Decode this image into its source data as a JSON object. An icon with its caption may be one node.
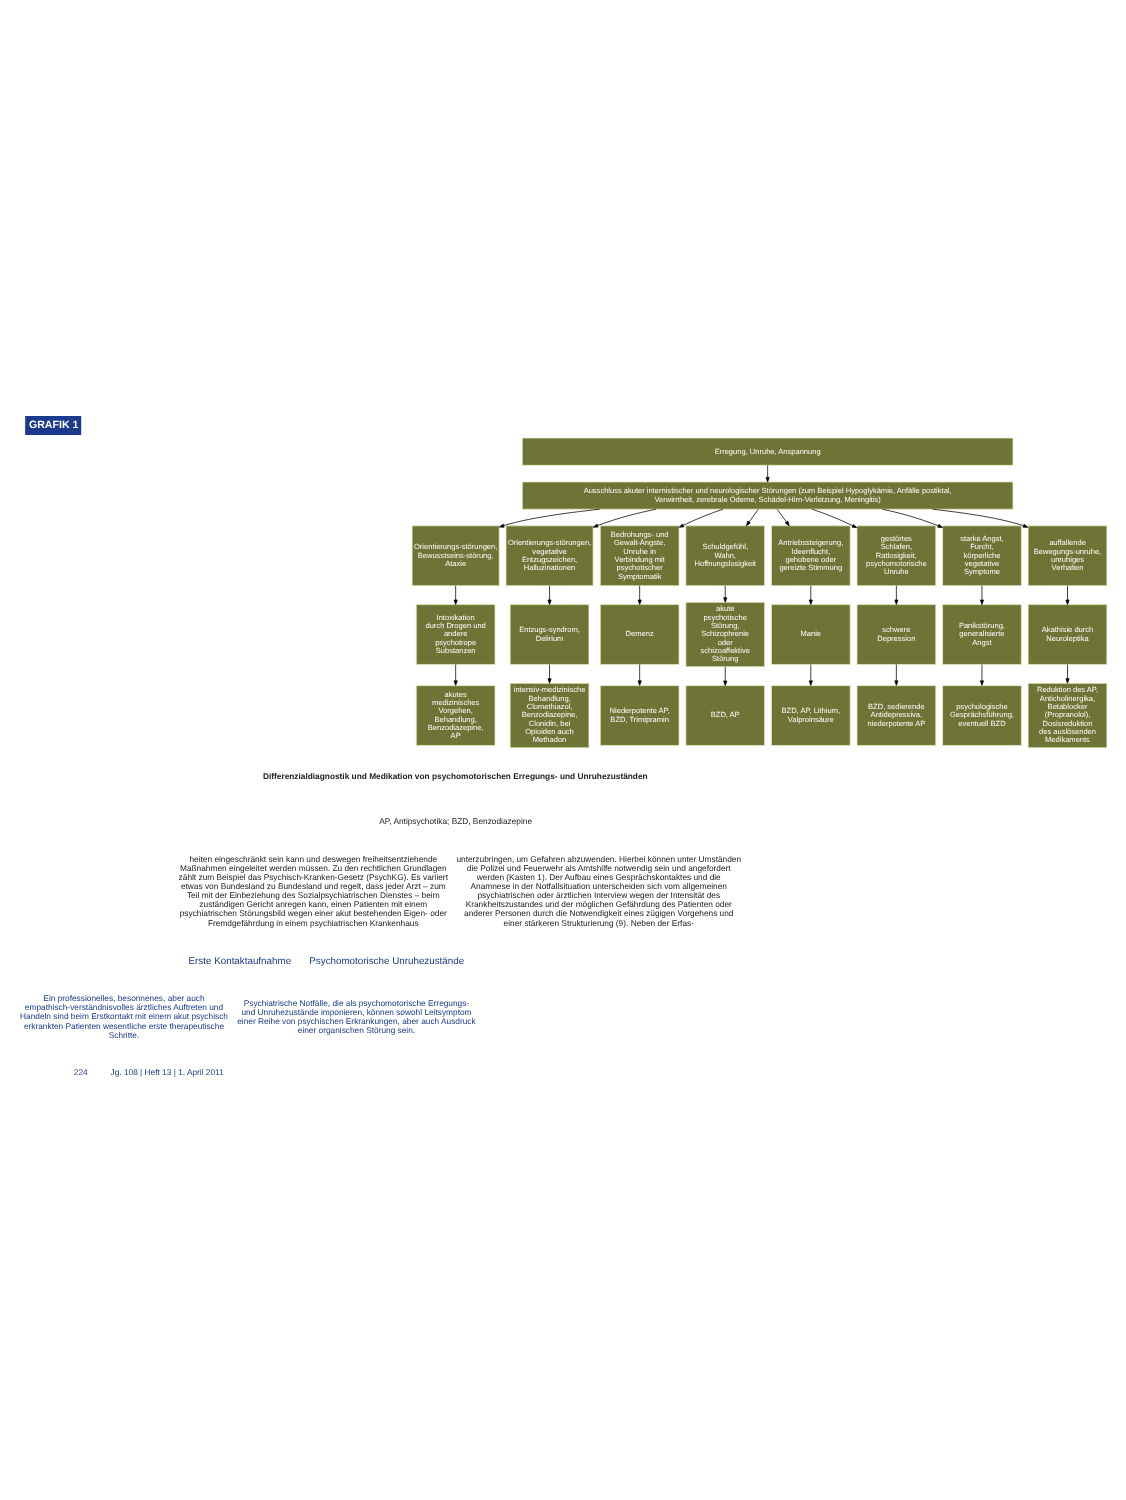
{
  "diagram": {
    "title": "GRAFIK 1",
    "caption": "Differenzialdiagnostik und Medikation von psychomotorischen Erregungs- und Unruhezuständen",
    "nodes": [
      {
        "text": [
          "Erregung, Unruhe, Anspannung"
        ]
      },
      {
        "text": [
          "Ausschluss akuter internistischer und neurologischer Störungen (zum Beispiel Hypoglykämie, Anfälle postiktal, Verwirrtheit, zerebrale Ödeme, Schädel-Hirn-Verletzung, Meningitis)"
        ]
      },
      {
        "text": [
          "Orientierungs-störungen, Bewusstseins-störung, Ataxie"
        ]
      },
      {
        "text": [
          "Orientierungs-störungen, vegetative Entzugszeichen, Halluzinationen"
        ]
      },
      {
        "text": [
          "Bedrohungs- und Gewalt-Ängste, Unruhe in Verbindung mit psychotischer Symptomatik"
        ]
      },
      {
        "text": [
          "Schuldgefühl, Wahn, Hoffnungslosigkeit"
        ]
      },
      {
        "text": [
          "Antriebssteigerung, Ideenflucht, gehobene oder gereizte Stimmung"
        ]
      },
      {
        "text": [
          "gestörtes Schlafen, Ratlosigkeit, psychomotorische Unruhe"
        ]
      },
      {
        "text": [
          "starke Angst, Furcht, körperliche vegetative Symptome"
        ]
      },
      {
        "text": [
          "auffallende Bewegungs-unruhe, unruhiges Verhalten"
        ]
      },
      {
        "text": [
          "Intoxikation durch Drogen und andere psychotrope Substanzen"
        ]
      },
      {
        "text": [
          "Entzugs-syndrom, Delirium"
        ]
      },
      {
        "text": [
          "Demenz"
        ]
      },
      {
        "text": [
          "akute psychotische Störung, Schizophrenie oder schizoaffektive Störung"
        ]
      },
      {
        "text": [
          "Manie"
        ]
      },
      {
        "text": [
          "schwere Depression"
        ]
      },
      {
        "text": [
          "Panikstörung, generalisierte Angst"
        ]
      },
      {
        "text": [
          "Akathisie durch Neuroleptika"
        ]
      },
      {
        "text": [
          "akutes medizinisches Vorgehen, Behandlung, Benzodiazepine, AP"
        ]
      },
      {
        "text": [
          "intensiv-medizinische Behandlung, Clomethiazol, Benzodiazepine, Clonidin, bei Opioiden auch Methadon"
        ]
      },
      {
        "text": [
          "Niederpotente AP, BZD, Trimipramin"
        ]
      },
      {
        "text": [
          "BZD, AP"
        ]
      },
      {
        "text": [
          "BZD, AP, Lithium, Valproinsäure"
        ]
      },
      {
        "text": [
          "BZD, sedierende Antidepressiva, niederpotente AP"
        ]
      },
      {
        "text": [
          "psychologische Gesprächsführung, eventuell BZD"
        ]
      },
      {
        "text": [
          "Reduktion des AP, Anticholinergika, Betablocker (Propranolol), Dosisreduktion des auslösenden Medikaments"
        ]
      }
    ],
    "edges": [
      {
        "from": 0,
        "to": 1,
        "arrow": "to"
      },
      {
        "from": 1,
        "to": 2,
        "arrow": "to"
      },
      {
        "from": 1,
        "to": 3,
        "arrow": "to"
      },
      {
        "from": 1,
        "to": 4,
        "arrow": "to"
      },
      {
        "from": 1,
        "to": 5,
        "arrow": "to"
      },
      {
        "from": 1,
        "to": 6,
        "arrow": "to"
      },
      {
        "from": 1,
        "to": 7,
        "arrow": "to"
      },
      {
        "from": 1,
        "to": 8,
        "arrow": "to"
      },
      {
        "from": 1,
        "to": 9,
        "arrow": "to"
      },
      {
        "from": 2,
        "to": 10,
        "arrow": "to"
      },
      {
        "from": 3,
        "to": 11,
        "arrow": "to"
      },
      {
        "from": 4,
        "to": 12,
        "arrow": "to"
      },
      {
        "from": 5,
        "to": 13,
        "arrow": "to"
      },
      {
        "from": 6,
        "to": 14,
        "arrow": "to"
      },
      {
        "from": 7,
        "to": 15,
        "arrow": "to"
      },
      {
        "from": 8,
        "to": 16,
        "arrow": "to"
      },
      {
        "from": 9,
        "to": 17,
        "arrow": "to"
      },
      {
        "from": 10,
        "to": 18,
        "arrow": "to"
      },
      {
        "from": 11,
        "to": 19,
        "arrow": "to"
      },
      {
        "from": 12,
        "to": 20,
        "arrow": "to"
      },
      {
        "from": 13,
        "to": 21,
        "arrow": "to"
      },
      {
        "from": 14,
        "to": 22,
        "arrow": "to"
      },
      {
        "from": 15,
        "to": 23,
        "arrow": "to"
      },
      {
        "from": 16,
        "to": 24,
        "arrow": "to"
      },
      {
        "from": 17,
        "to": 25,
        "arrow": "to"
      }
    ],
    "labels": [
      "AP, Antipsychotika; BZD, Benzodiazepine",
      "heiten eingeschränkt sein kann und deswegen freiheitsentziehende Maßnahmen eingeleitet werden müssen. Zu den rechtlichen Grundlagen zählt zum Beispiel das Psychisch-Kranken-Gesetz (PsychKG). Es variiert etwas von Bundesland zu Bundesland und regelt, dass jeder Arzt – zum Teil mit der Einbeziehung des Sozialpsychiatrischen Dienstes – beim zuständigen Gericht anregen kann, einen Patienten mit einem psychiatrischen Störungsbild wegen einer akut bestehenden Eigen- oder Fremdgefährdung in einem psychiatrischen Krankenhaus",
      "unterzubringen, um Gefahren abzuwenden. Hierbei können unter Umständen die Polizei und Feuerwehr als Amtshilfe notwendig sein und angefordert werden (Kasten 1). Der Aufbau eines Gesprächskontaktes und die Anamnese in der Notfallsituation unterscheiden sich vom allgemeinen psychiatrischen oder ärztlichen Interview wegen der Intensität des Krankheitszustandes und der möglichen Gefährdung des Patienten oder anderer Personen durch die Notwendigkeit eines zügigen Vorgehens und einer stärkeren Strukturierung (9). Neben der Erfas-",
      "Erste Kontaktaufnahme",
      "Ein professionelles, besonnenes, aber auch empathisch-verständnisvolles ärztliches Auftreten und Handeln sind beim Erstkontakt mit einem akut psychisch erkrankten Patienten wesentliche erste therapeutische Schritte.",
      "Psychomotorische Unruhezustände",
      "Psychiatrische Notfälle, die als psychomotorische Erregungs- und Unruhezustände imponieren, können sowohl Leitsymptom einer Reihe von psychischen Erkrankungen, aber auch Ausdruck einer organischen Störung sein.",
      "224",
      "Jg. 108 | Heft 13 | 1. April 2011"
    ]
  }
}
